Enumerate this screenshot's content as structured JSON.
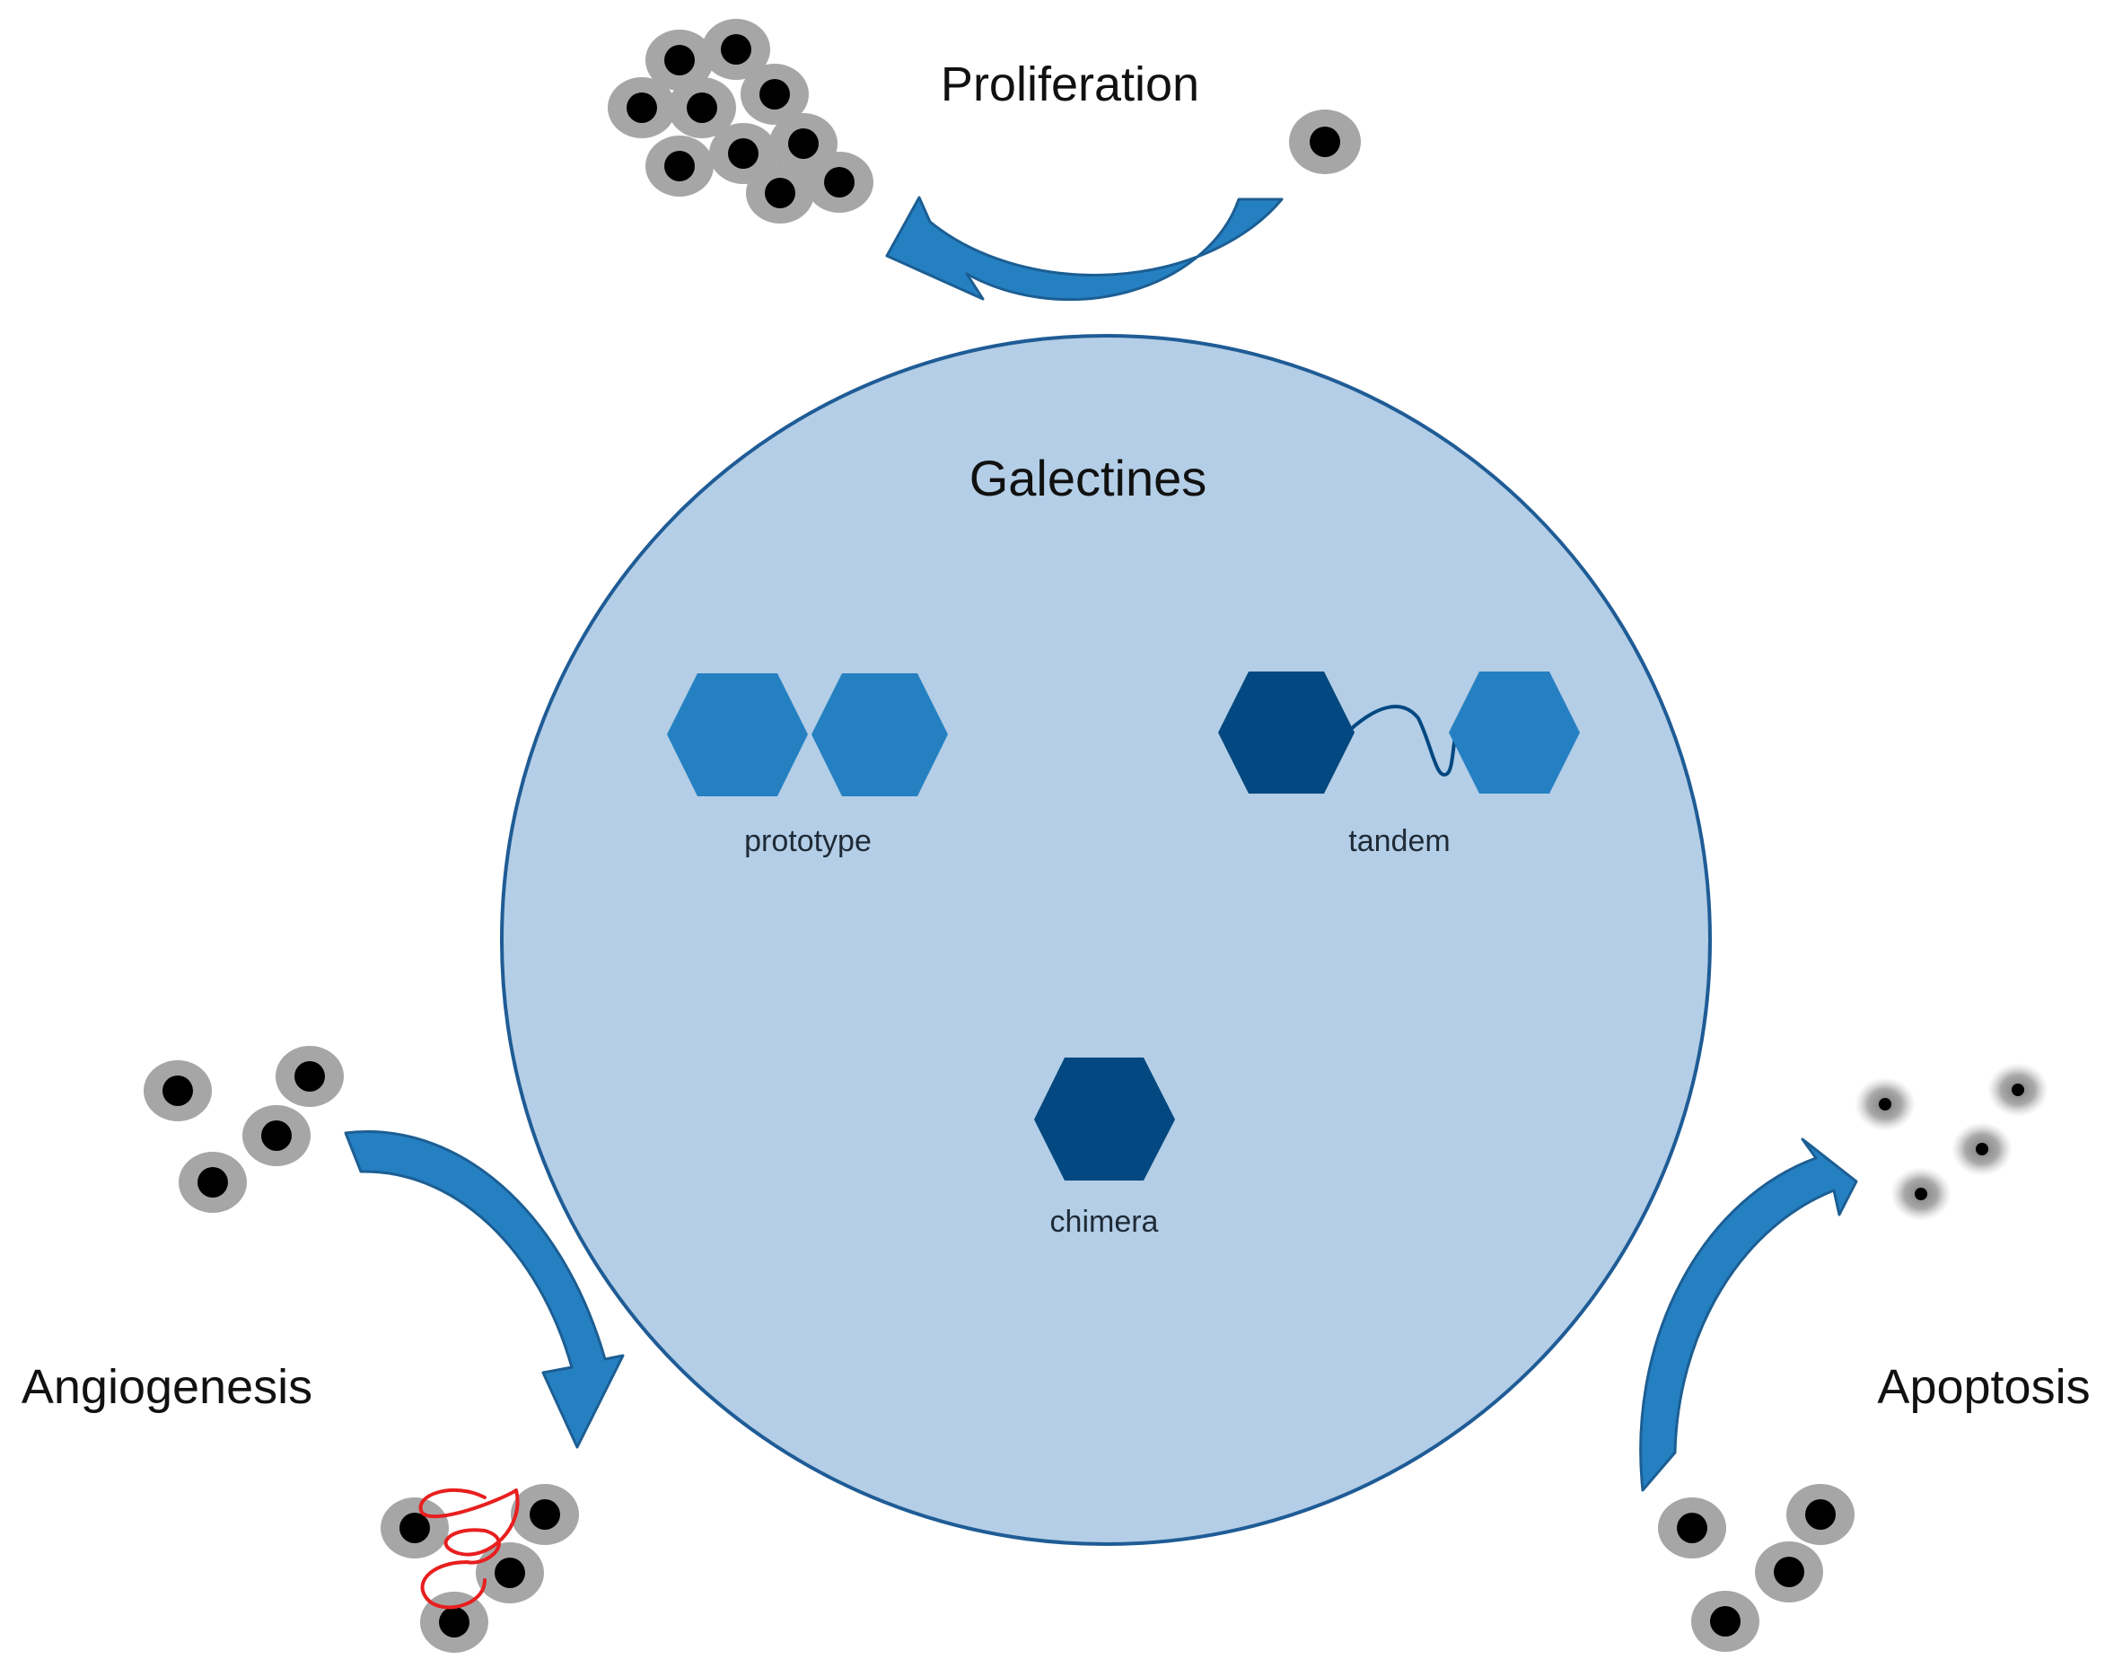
{
  "center": {
    "title": "Galectines"
  },
  "galectin_types": [
    {
      "id": "prototype",
      "label": "prototype"
    },
    {
      "id": "tandem",
      "label": "tandem"
    },
    {
      "id": "chimera",
      "label": "chimera"
    }
  ],
  "processes": {
    "proliferation": {
      "label": "Proliferation"
    },
    "angiogenesis": {
      "label": "Angiogenesis"
    },
    "apoptosis": {
      "label": "Apoptosis"
    }
  },
  "colors": {
    "circle_fill": "#b3cee6",
    "circle_stroke": "#1f5c96",
    "arrow_fill": "#2580c2",
    "arrow_stroke": "#1c5e93",
    "hex_light": "#2580c2",
    "hex_dark": "#034880",
    "cell_outer": "#a6a6a6",
    "cell_nucleus": "#000000",
    "vessel": "#e81f1f"
  }
}
